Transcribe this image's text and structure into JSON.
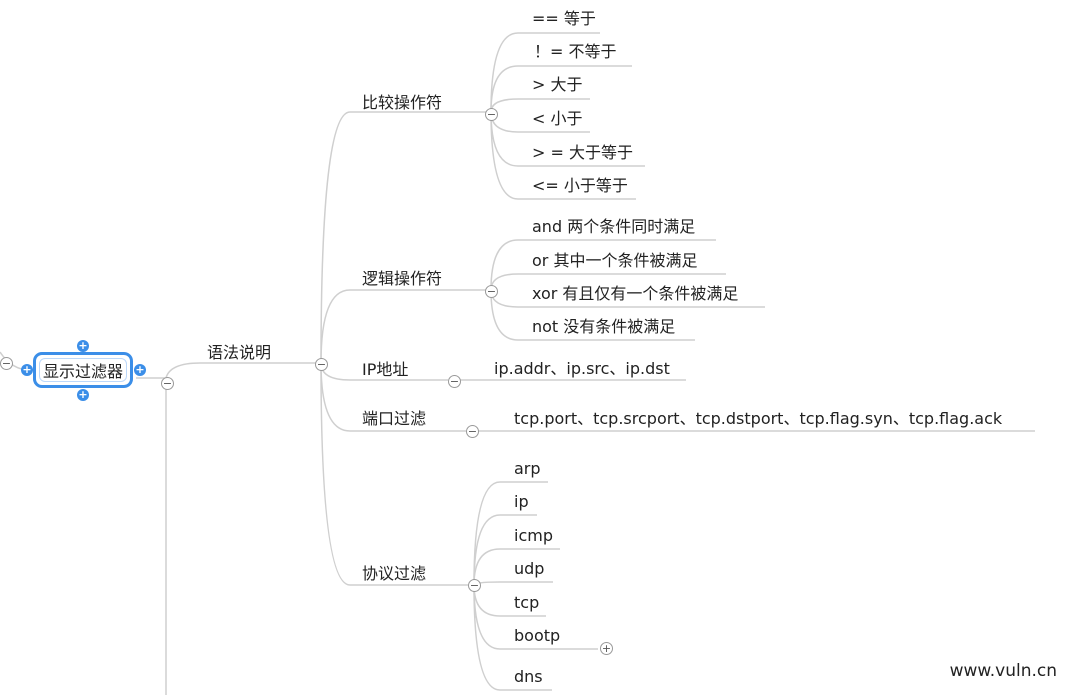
{
  "root": {
    "label": "显示过滤器"
  },
  "main": {
    "label": "语法说明"
  },
  "branches": {
    "compare": {
      "label": "比较操作符",
      "items": [
        "== 等于",
        "！=  不等于",
        "> 大于",
        "< 小于",
        "> = 大于等于",
        "<= 小于等于"
      ]
    },
    "logic": {
      "label": "逻辑操作符",
      "items": [
        "and 两个条件同时满足",
        "or  其中一个条件被满足",
        "xor 有且仅有一个条件被满足",
        "not 没有条件被满足"
      ]
    },
    "ip": {
      "label": "IP地址",
      "items": [
        "ip.addr、ip.src、ip.dst"
      ]
    },
    "port": {
      "label": "端口过滤",
      "items": [
        "tcp.port、tcp.srcport、tcp.dstport、tcp.flag.syn、tcp.flag.ack"
      ]
    },
    "protocol": {
      "label": "协议过滤",
      "items": [
        "arp",
        "ip",
        "icmp",
        "udp",
        "tcp",
        "bootp",
        "dns"
      ]
    }
  },
  "toggles": {
    "collapse": "−",
    "expand": "+"
  },
  "watermark": "www.vuln.cn"
}
